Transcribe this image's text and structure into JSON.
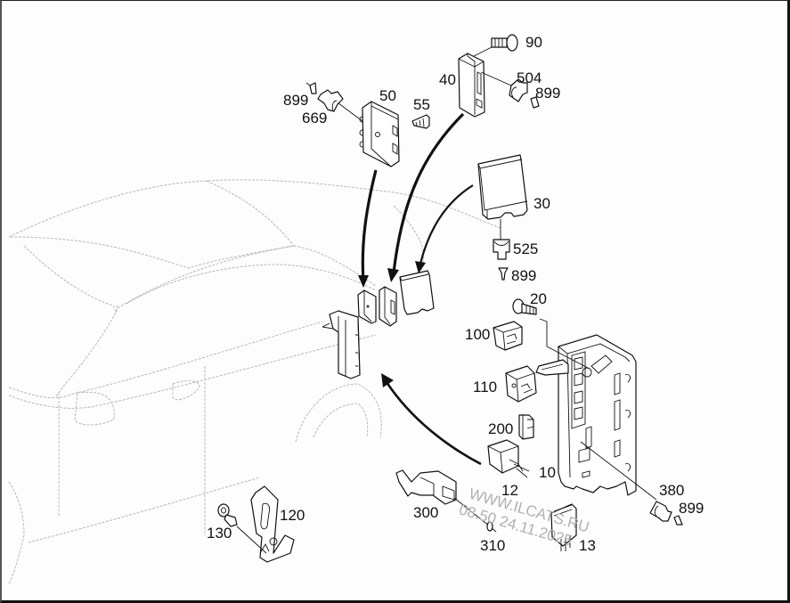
{
  "diagram": {
    "title": "Fuse and relay box assembly - exploded parts view",
    "part_labels": [
      {
        "id": "label-90",
        "text": "90"
      },
      {
        "id": "label-40",
        "text": "40"
      },
      {
        "id": "label-504",
        "text": "504"
      },
      {
        "id": "label-899-top-right",
        "text": "899"
      },
      {
        "id": "label-899-top-left",
        "text": "899"
      },
      {
        "id": "label-50",
        "text": "50"
      },
      {
        "id": "label-669",
        "text": "669"
      },
      {
        "id": "label-55",
        "text": "55"
      },
      {
        "id": "label-30",
        "text": "30"
      },
      {
        "id": "label-525",
        "text": "525"
      },
      {
        "id": "label-899-mid",
        "text": "899"
      },
      {
        "id": "label-20",
        "text": "20"
      },
      {
        "id": "label-100",
        "text": "100"
      },
      {
        "id": "label-110",
        "text": "110"
      },
      {
        "id": "label-200",
        "text": "200"
      },
      {
        "id": "label-10",
        "text": "10"
      },
      {
        "id": "label-12",
        "text": "12"
      },
      {
        "id": "label-380",
        "text": "380"
      },
      {
        "id": "label-899-bottom",
        "text": "899"
      },
      {
        "id": "label-300",
        "text": "300"
      },
      {
        "id": "label-310",
        "text": "310"
      },
      {
        "id": "label-13",
        "text": "13"
      },
      {
        "id": "label-120",
        "text": "120"
      },
      {
        "id": "label-130",
        "text": "130"
      }
    ],
    "watermark": {
      "line1": "WWW.ILCATS.RU",
      "line2": "08.50 24.11.2025"
    }
  }
}
